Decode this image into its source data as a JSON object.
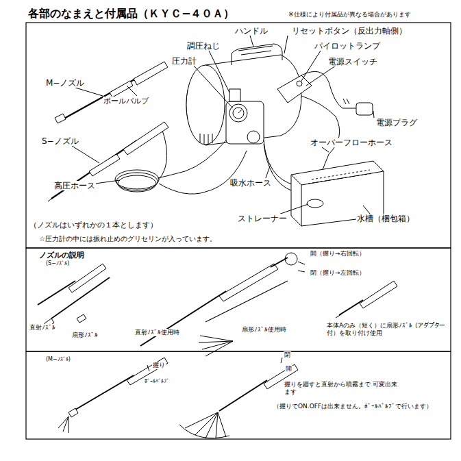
{
  "diagram": {
    "title": "各部のなまえと付属品（ＫＹＣ−４０Ａ）",
    "labels": [
      "※仕様により付属品が異なる場合があります",
      "ハンドル",
      "リセットボタン（反出力軸側）",
      "調圧ねじ",
      "パイロットランプ",
      "圧力計",
      "電源スイッチ",
      "M−ノズル",
      "ボールバルブ",
      "電源プラグ",
      "S−ノズル",
      "オーバーフローホース",
      "吸水ホース",
      "高圧ホース",
      "ストレーナー",
      "水槽（梱包箱）",
      "（ノズルはいずれかの１本とします）",
      "☆圧力計の中には振れ止めのグリセリンが入っています。",
      "ノズルの説明",
      "(S−ﾉｽﾞﾙ)",
      "開（握り→右回転）",
      "閉（握り→左回転）",
      "直射ﾉｽﾞﾙ",
      "扇形ﾉｽﾞﾙ",
      "直射ﾉｽﾞﾙ使用時",
      "扇形ﾉｽﾞﾙ使用時",
      "本体Aのみ（短く）に扇形ﾉｽﾞﾙ （アダプター付）を取り付け使用",
      "(M−ﾉｽﾞﾙ)",
      "握り",
      "ﾎﾞｰﾙﾊﾞﾙﾌﾞ",
      "閉",
      "開",
      "握りを廻すと直射から噴霧まで 可変出来ます",
      "（握りでON.OFFは出来ません。ﾎﾞｰﾙﾊﾞﾙﾌﾞで行います）"
    ]
  }
}
